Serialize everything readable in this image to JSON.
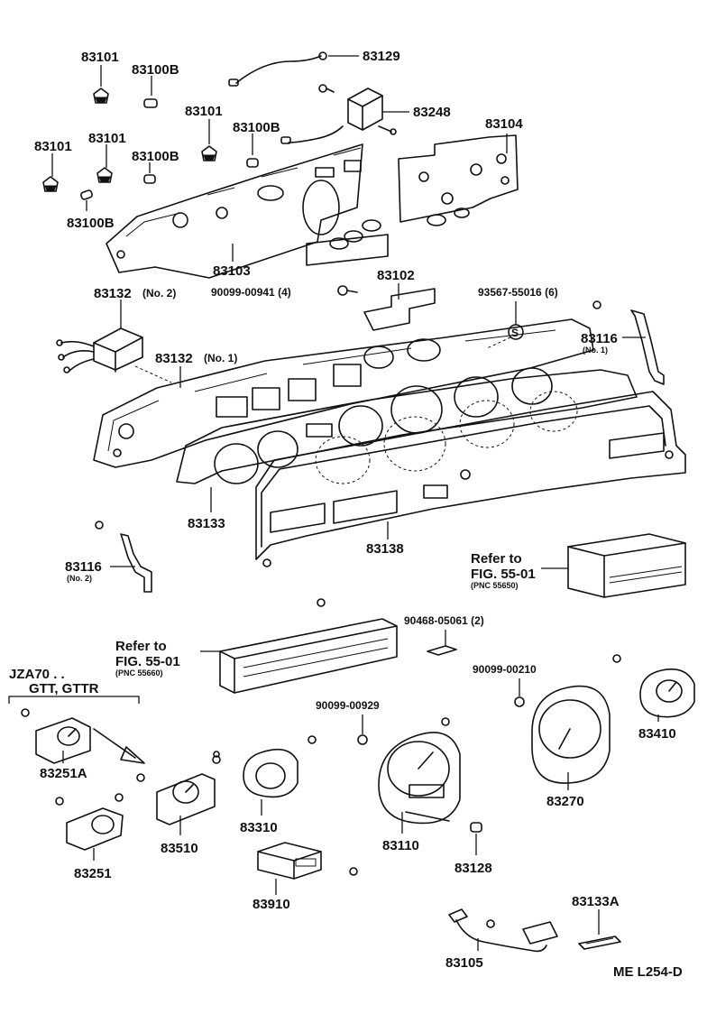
{
  "diagram": {
    "footer_code": "ME L254-D",
    "variant_note": {
      "line1": "JZA70 . .",
      "line2": "GTT, GTTR"
    },
    "labels": {
      "p83101_a": "83101",
      "p83100b_a": "83100B",
      "p83129": "83129",
      "p83101_b": "83101",
      "p83100b_b": "83100B",
      "p83248": "83248",
      "p83104": "83104",
      "p83101_c": "83101",
      "p83101_d": "83101",
      "p83100b_c": "83100B",
      "p83100b_d": "83100B",
      "p83103": "83103",
      "p83132_no2": "83132",
      "p83132_no2_sub": "(No. 2)",
      "p90099_00941": "90099-00941 (4)",
      "p83102": "83102",
      "p93567": "93567-55016 (6)",
      "p83116_no1": "83116",
      "p83116_no1_sub": "(No. 1)",
      "p83132_no1": "83132",
      "p83132_no1_sub": "(No. 1)",
      "s_mark": "S",
      "p83133": "83133",
      "p83138": "83138",
      "p83116_no2": "83116",
      "p83116_no2_sub": "(No. 2)",
      "ref1_line1": "Refer to",
      "ref1_line2": "FIG. 55-01",
      "ref1_line3": "(PNC 55650)",
      "p90468": "90468-05061 (2)",
      "ref2_line1": "Refer to",
      "ref2_line2": "FIG. 55-01",
      "ref2_line3": "(PNC 55660)",
      "p90099_00210": "90099-00210",
      "p90099_00929": "90099-00929",
      "p83410": "83410",
      "p83251a": "83251A",
      "p83510": "83510",
      "p83310": "83310",
      "p83110": "83110",
      "p83270": "83270",
      "p83251": "83251",
      "p83128": "83128",
      "p83910": "83910",
      "p83133a": "83133A",
      "p83105": "83105"
    }
  }
}
